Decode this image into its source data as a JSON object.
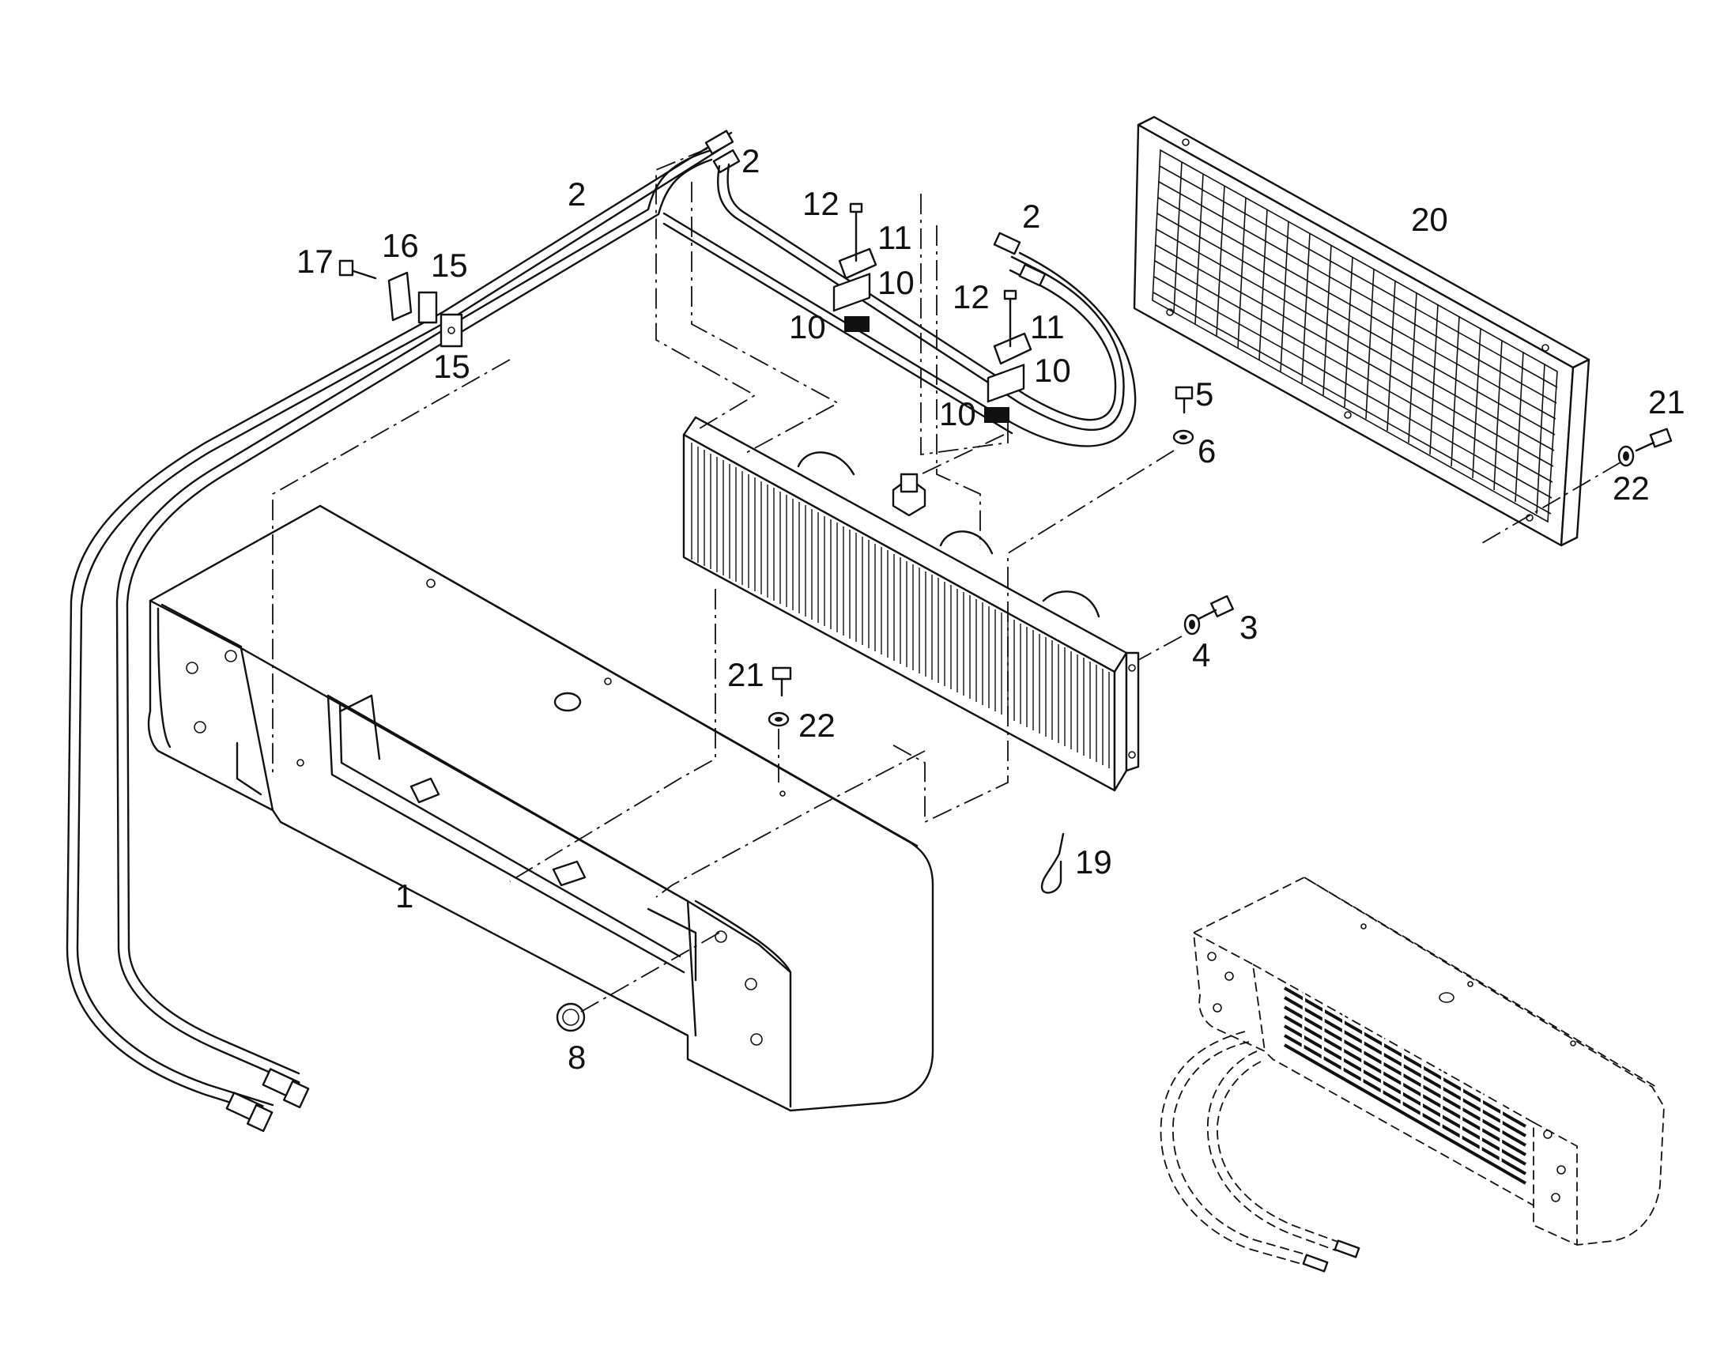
{
  "callouts": {
    "c1": "1",
    "c2a": "2",
    "c2b": "2",
    "c2c": "2",
    "c3": "3",
    "c4": "4",
    "c5": "5",
    "c6": "6",
    "c8": "8",
    "c10a": "10",
    "c10b": "10",
    "c10c": "10",
    "c10d": "10",
    "c11a": "11",
    "c11b": "11",
    "c12a": "12",
    "c12b": "12",
    "c15a": "15",
    "c15b": "15",
    "c16": "16",
    "c17": "17",
    "c19": "19",
    "c20": "20",
    "c21a": "21",
    "c21b": "21",
    "c22a": "22",
    "c22b": "22"
  }
}
